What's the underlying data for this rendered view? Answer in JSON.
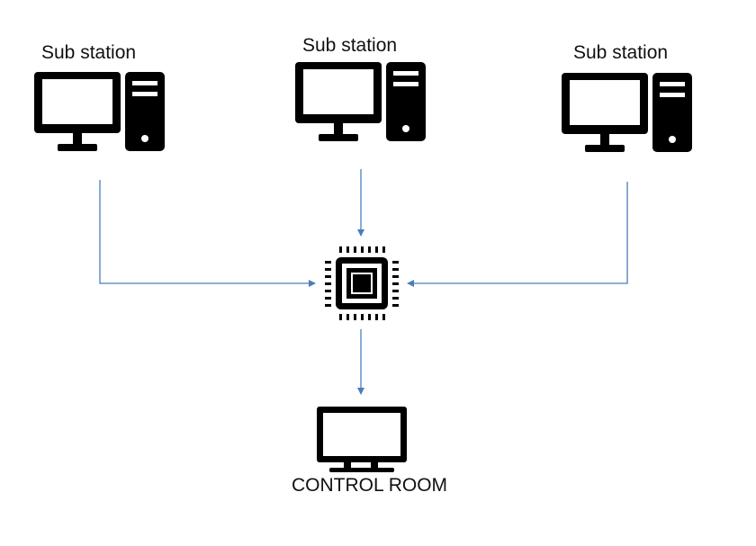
{
  "diagram": {
    "nodes": [
      {
        "id": "substation-left",
        "label": "Sub station",
        "icon": "desktop-computer-icon"
      },
      {
        "id": "substation-center",
        "label": "Sub station",
        "icon": "desktop-computer-icon"
      },
      {
        "id": "substation-right",
        "label": "Sub station",
        "icon": "desktop-computer-icon"
      },
      {
        "id": "processor",
        "label": "",
        "icon": "cpu-chip-icon"
      },
      {
        "id": "control-room",
        "label": "CONTROL ROOM",
        "icon": "monitor-icon"
      }
    ],
    "edges": [
      {
        "from": "substation-left",
        "to": "processor"
      },
      {
        "from": "substation-center",
        "to": "processor"
      },
      {
        "from": "substation-right",
        "to": "processor"
      },
      {
        "from": "processor",
        "to": "control-room"
      }
    ]
  },
  "colors": {
    "connector": "#4a7ebb",
    "icon": "#000000",
    "background": "#ffffff"
  }
}
